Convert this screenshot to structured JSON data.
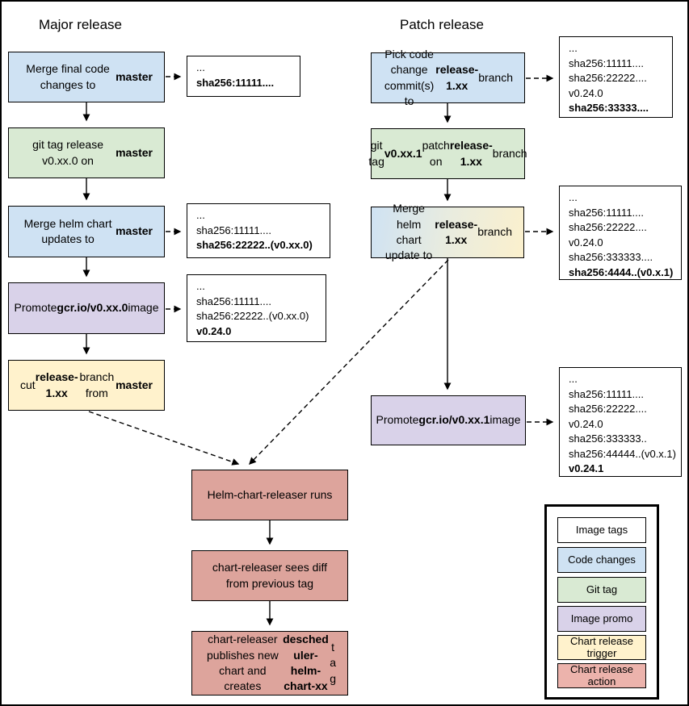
{
  "colors": {
    "code_change": "#cfe2f3",
    "git_tag": "#d9ead3",
    "image_promo": "#d9d2e9",
    "chart_trigger": "#fff2cc",
    "chart_action": "#dda49c",
    "legend_action": "#ecb3ac",
    "tag_box_bg": "#ffffff",
    "line": "#000000"
  },
  "major": {
    "title": "Major release",
    "boxes": [
      {
        "parts": [
          {
            "t": "Merge final code changes to "
          },
          {
            "t": "master",
            "b": true
          }
        ]
      },
      {
        "parts": [
          {
            "t": "git tag release v0.xx.0 on "
          },
          {
            "t": "master",
            "b": true
          }
        ]
      },
      {
        "parts": [
          {
            "t": "Merge helm chart updates to "
          },
          {
            "t": "master",
            "b": true
          }
        ]
      },
      {
        "parts": [
          {
            "t": "Promote "
          },
          {
            "t": "gcr.io/v0.xx.0",
            "b": true
          },
          {
            "t": " image"
          }
        ]
      },
      {
        "parts": [
          {
            "t": "cut "
          },
          {
            "t": "release-1.xx",
            "b": true
          },
          {
            "t": " branch from "
          },
          {
            "t": "master",
            "b": true
          }
        ]
      }
    ],
    "tags": [
      {
        "lines": [
          {
            "t": "..."
          },
          {
            "t": "sha256:11111....",
            "b": true
          }
        ]
      },
      {
        "lines": [
          {
            "t": "..."
          },
          {
            "t": "sha256:11111...."
          },
          {
            "t": "sha256:22222..(v0.xx.0)",
            "b": true
          }
        ]
      },
      {
        "lines": [
          {
            "t": "..."
          },
          {
            "t": "sha256:11111...."
          },
          {
            "t": "sha256:22222..(v0.xx.0)"
          },
          {
            "t": "v0.24.0",
            "b": true
          }
        ]
      }
    ]
  },
  "patch": {
    "title": "Patch release",
    "boxes": [
      {
        "parts": [
          {
            "t": "Pick code change commit(s) to "
          },
          {
            "t": "release-1.xx",
            "b": true
          },
          {
            "t": " branch"
          }
        ]
      },
      {
        "parts": [
          {
            "t": "git tag "
          },
          {
            "t": "v0.xx.1",
            "b": true
          },
          {
            "t": " patch on "
          },
          {
            "t": "release-1.xx",
            "b": true
          },
          {
            "t": " branch"
          }
        ]
      },
      {
        "parts": [
          {
            "t": "Merge helm chart update to "
          },
          {
            "t": "release-1.xx",
            "b": true
          },
          {
            "t": " branch"
          }
        ]
      },
      {
        "parts": [
          {
            "t": "Promote "
          },
          {
            "t": "gcr.io/v0.xx.1",
            "b": true
          },
          {
            "t": " image"
          }
        ]
      }
    ],
    "tags": [
      {
        "lines": [
          {
            "t": "..."
          },
          {
            "t": "sha256:11111...."
          },
          {
            "t": "sha256:22222...."
          },
          {
            "t": "v0.24.0"
          },
          {
            "t": "sha256:33333....",
            "b": true
          }
        ]
      },
      {
        "lines": [
          {
            "t": "..."
          },
          {
            "t": "sha256:11111...."
          },
          {
            "t": "sha256:22222...."
          },
          {
            "t": "v0.24.0"
          },
          {
            "t": "sha256:333333...."
          },
          {
            "t": "sha256:4444..(v0.x.1)",
            "b": true
          }
        ]
      },
      {
        "lines": [
          {
            "t": "..."
          },
          {
            "t": "sha256:11111...."
          },
          {
            "t": "sha256:22222...."
          },
          {
            "t": "v0.24.0"
          },
          {
            "t": "sha256:333333.."
          },
          {
            "t": "sha256:44444..(v0.x.1)"
          },
          {
            "t": "v0.24.1",
            "b": true
          }
        ]
      }
    ]
  },
  "chart_flow": {
    "boxes": [
      {
        "parts": [
          {
            "t": "Helm-chart-releaser runs"
          }
        ]
      },
      {
        "parts": [
          {
            "t": "chart-releaser sees diff from previous tag"
          }
        ]
      },
      {
        "parts": [
          {
            "t": "chart-releaser publishes new chart and creates "
          },
          {
            "t": "descheduler-helm-chart-xx",
            "b": true
          },
          {
            "t": " tag"
          }
        ]
      }
    ]
  },
  "legend": {
    "items": [
      {
        "label": "Image tags",
        "color": "#ffffff"
      },
      {
        "label": "Code changes",
        "color": "#cfe2f3"
      },
      {
        "label": "Git tag",
        "color": "#d9ead3"
      },
      {
        "label": "Image promo",
        "color": "#d9d2e9"
      },
      {
        "label": "Chart release trigger",
        "color": "#fff2cc"
      },
      {
        "label": "Chart release action",
        "color": "#ecb3ac"
      }
    ]
  }
}
